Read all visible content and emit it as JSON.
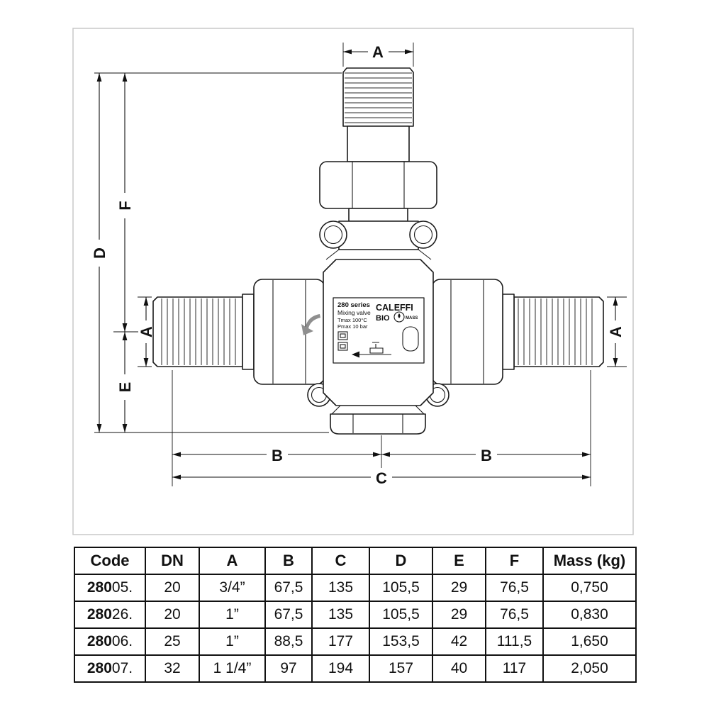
{
  "drawing": {
    "dims": {
      "a_top": "A",
      "d": "D",
      "f": "F",
      "e": "E",
      "a_left": "A",
      "a_right": "A",
      "b_left": "B",
      "b_right": "B",
      "c": "C"
    },
    "plate": {
      "series": "280 series",
      "product": "Mixing valve",
      "tmax": "Tmax 100°C",
      "pmax": "Pmax 10 bar",
      "brand": "CALEFFI",
      "bio": "BIO",
      "mass_word": "MASS"
    }
  },
  "table": {
    "headers": [
      "Code",
      "DN",
      "A",
      "B",
      "C",
      "D",
      "E",
      "F",
      "Mass (kg)"
    ],
    "rows": [
      {
        "code_prefix": "280",
        "code_suffix": "05.",
        "values": [
          "20",
          "3/4”",
          "67,5",
          "135",
          "105,5",
          "29",
          "76,5",
          "0,750"
        ]
      },
      {
        "code_prefix": "280",
        "code_suffix": "26.",
        "values": [
          "20",
          "1”",
          "67,5",
          "135",
          "105,5",
          "29",
          "76,5",
          "0,830"
        ]
      },
      {
        "code_prefix": "280",
        "code_suffix": "06.",
        "values": [
          "25",
          "1”",
          "88,5",
          "177",
          "153,5",
          "42",
          "111,5",
          "1,650"
        ]
      },
      {
        "code_prefix": "280",
        "code_suffix": "07.",
        "values": [
          "32",
          "1 1/4”",
          "97",
          "194",
          "157",
          "40",
          "117",
          "2,050"
        ]
      }
    ]
  }
}
